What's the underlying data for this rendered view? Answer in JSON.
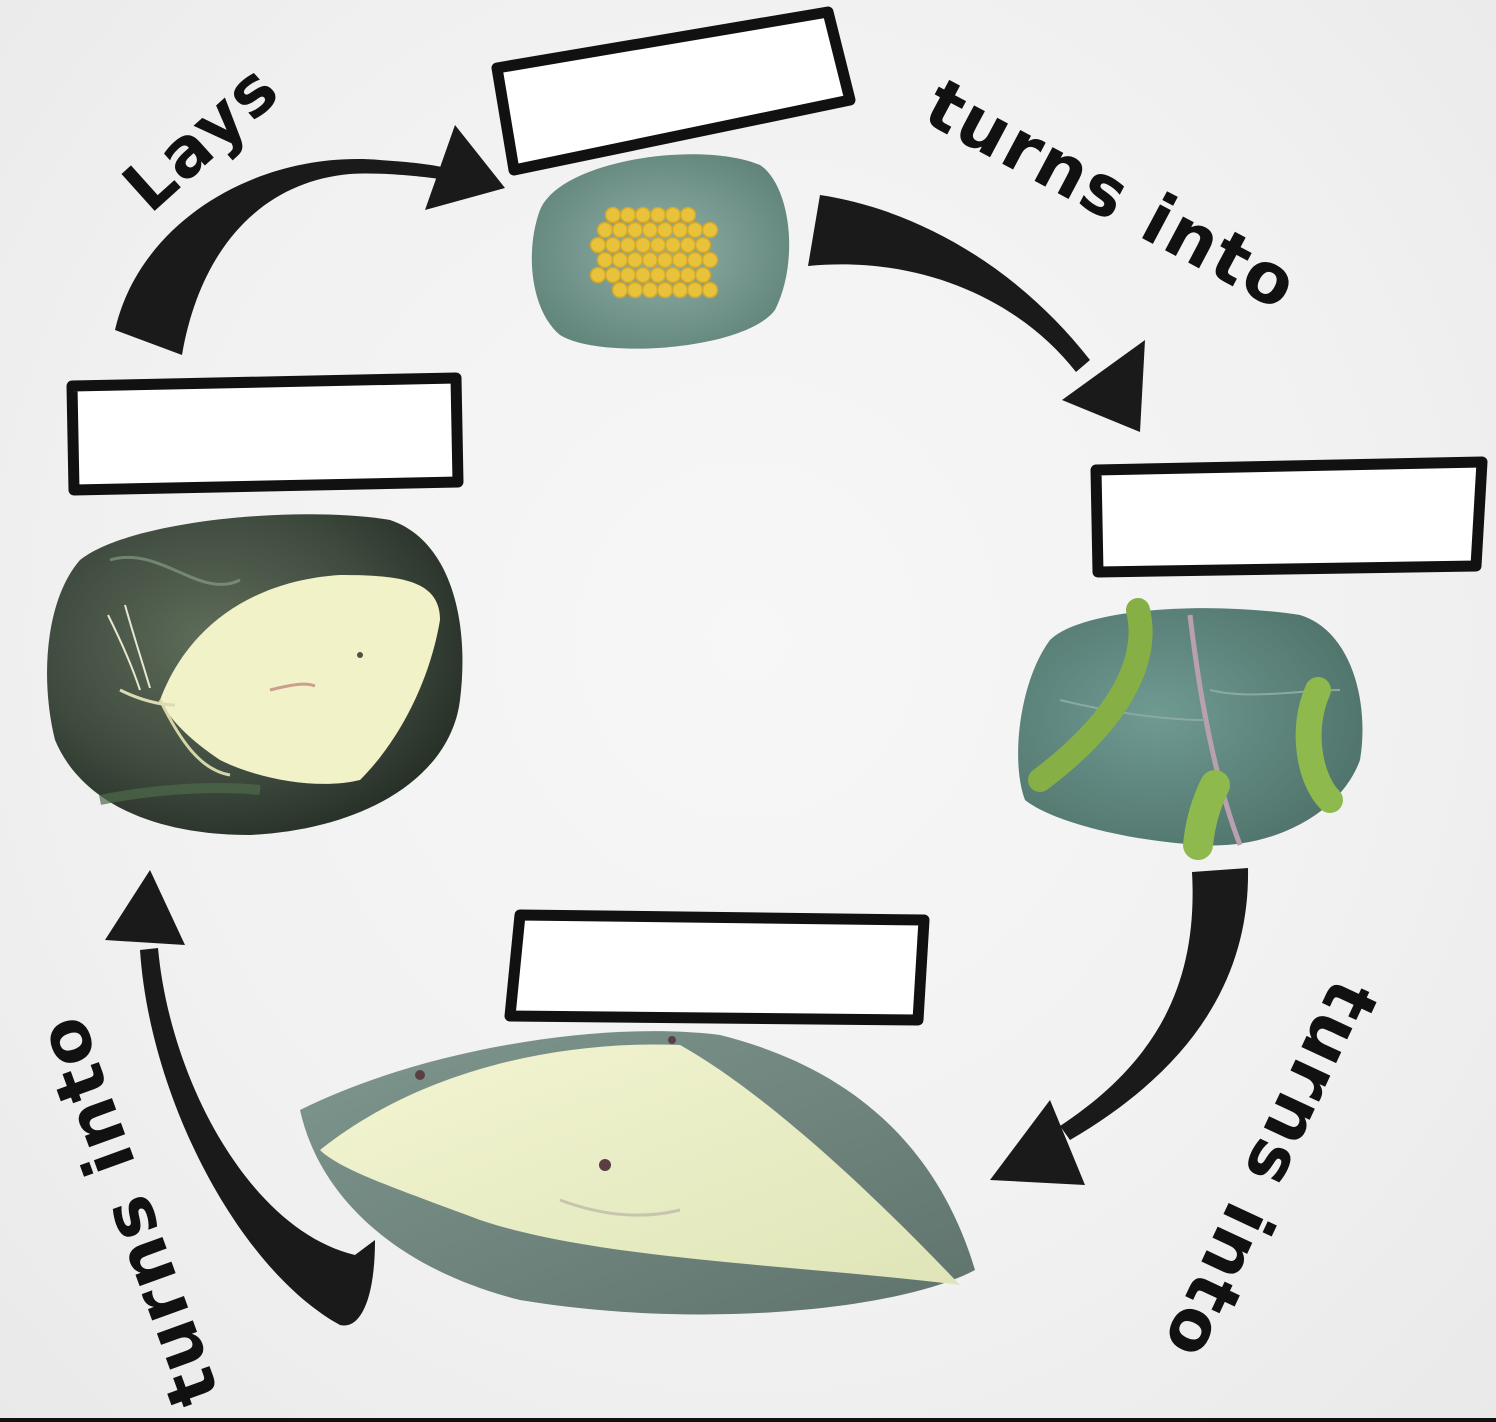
{
  "diagram": {
    "labels": {
      "lays": "Lays",
      "turns_into_1": "turns into",
      "turns_into_2": "turns into",
      "turns_into_3": "turns into"
    },
    "stages": [
      {
        "id": "eggs",
        "image": "cluster of yellow eggs on a leaf",
        "label_box": ""
      },
      {
        "id": "caterpillar",
        "image": "green caterpillars on a leaf",
        "label_box": ""
      },
      {
        "id": "pupa",
        "image": "pale green chrysalis",
        "label_box": ""
      },
      {
        "id": "butterfly",
        "image": "white butterfly",
        "label_box": ""
      }
    ],
    "colors": {
      "ink": "#111111",
      "leaf": "#6f958c",
      "egg": "#e8c23a",
      "caterpillar": "#8fb54a",
      "pupa": "#e8ecc2",
      "butterfly": "#f1f1c8"
    }
  }
}
